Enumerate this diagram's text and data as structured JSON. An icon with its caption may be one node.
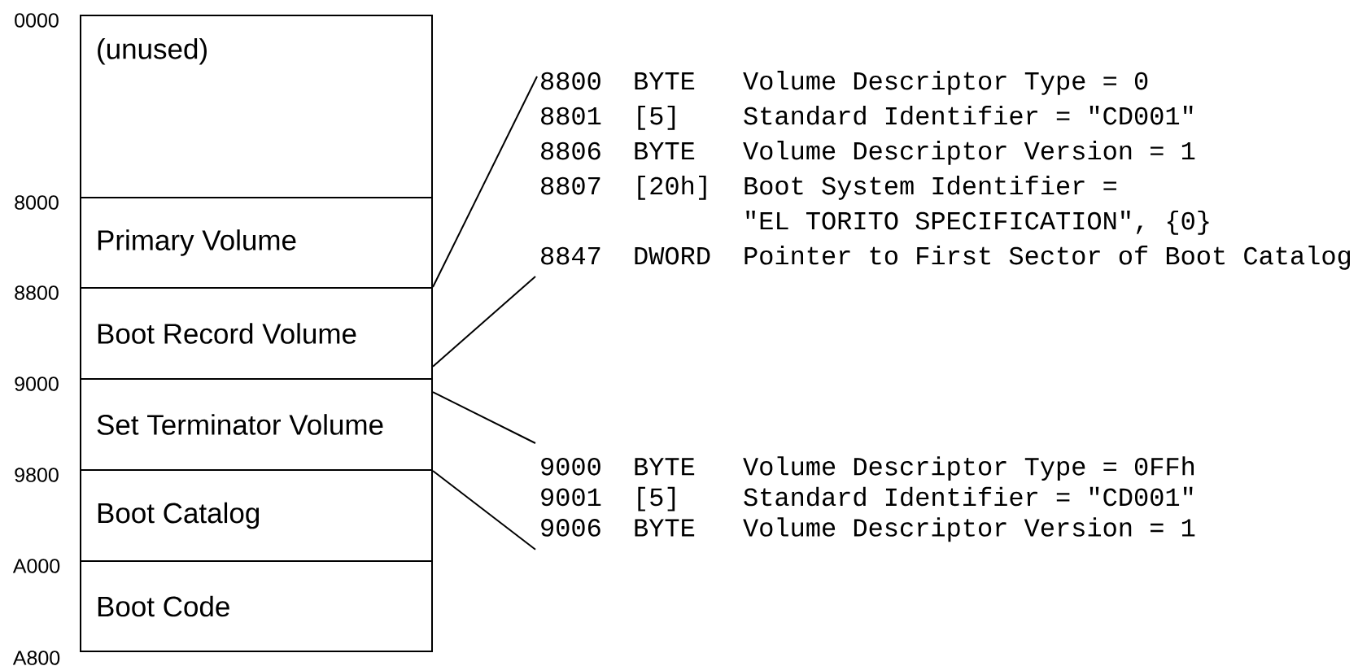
{
  "diagram": {
    "nodes": [
      {
        "text": [
          "(unused)"
        ]
      },
      {
        "text": [
          "Primary Volume"
        ]
      },
      {
        "text": [
          "Boot Record Volume"
        ]
      },
      {
        "text": [
          "Set Terminator Volume"
        ]
      },
      {
        "text": [
          "Boot Catalog"
        ]
      },
      {
        "text": [
          "Boot Code"
        ]
      },
      {
        "text": [
          "8800",
          "BYTE",
          "Volume Descriptor Type = 0",
          "8801",
          "[5]",
          "Standard Identifier = \"CD001\"",
          "8806",
          "BYTE",
          "Volume Descriptor Version = 1",
          "8807",
          "[20h]",
          "Boot System Identifier = \"EL TORITO SPECIFICATION\", {0}",
          "8847",
          "DWORD",
          "Pointer to First Sector of Boot Catalog"
        ]
      },
      {
        "text": [
          "9000",
          "BYTE",
          "Volume Descriptor Type = 0FFh",
          "9001",
          "[5]",
          "Standard Identifier = \"CD001\"",
          "9006",
          "BYTE",
          "Volume Descriptor Version = 1"
        ]
      }
    ],
    "edges": [
      {
        "from": 2,
        "to": 6,
        "arrow": "none"
      },
      {
        "from": 2,
        "to": 6,
        "arrow": "none"
      },
      {
        "from": 3,
        "to": 7,
        "arrow": "none"
      },
      {
        "from": 3,
        "to": 7,
        "arrow": "none"
      }
    ],
    "labels": [
      "0000",
      "8000",
      "8800",
      "9000",
      "9800",
      "A000",
      "A800"
    ]
  }
}
